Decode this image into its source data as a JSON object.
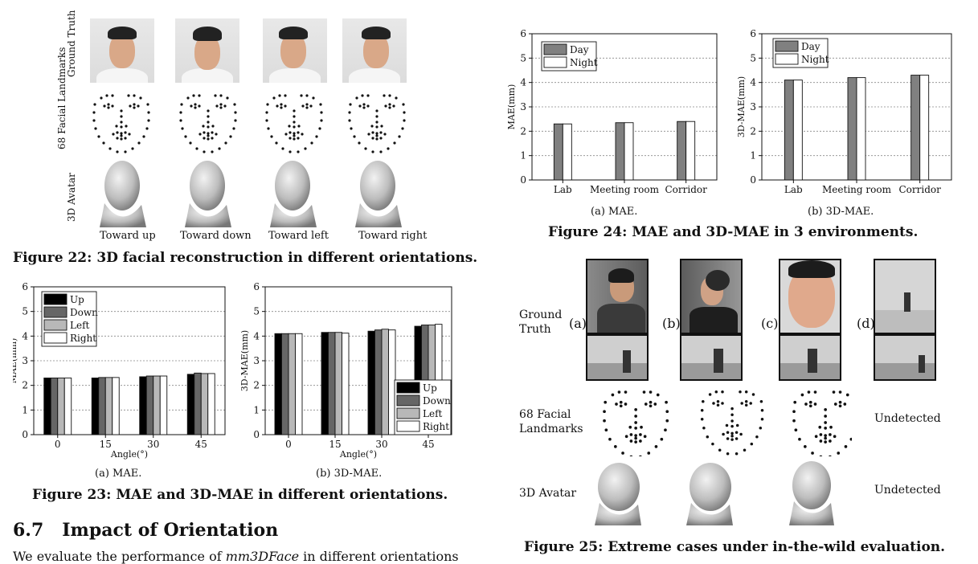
{
  "fig22": {
    "row_labels": [
      "Ground Truth",
      "68 Facial Landmarks",
      "3D Avatar"
    ],
    "col_labels": [
      "Toward up",
      "Toward down",
      "Toward left",
      "Toward right"
    ],
    "caption": "Figure 22: 3D facial reconstruction in different orientations."
  },
  "fig23": {
    "caption": "Figure 23: MAE and 3D-MAE in different orientations.",
    "sub_a": "(a)  MAE.",
    "sub_b": "(b)  3D-MAE."
  },
  "fig24": {
    "caption": "Figure 24: MAE and 3D-MAE in 3 environments.",
    "sub_a": "(a)  MAE.",
    "sub_b": "(b)  3D-MAE."
  },
  "fig25": {
    "caption": "Figure 25: Extreme cases under in-the-wild evaluation.",
    "row_labels": [
      "Ground Truth",
      "68 Facial Landmarks",
      "3D Avatar"
    ],
    "case_labels": [
      "(a)",
      "(b)",
      "(c)",
      "(d)"
    ],
    "undetected_landmarks": "Undetected",
    "undetected_avatar": "Undetected"
  },
  "section": {
    "number": "6.7",
    "title": "Impact of Orientation",
    "body_start": "We evaluate the performance of ",
    "body_em": "mm3DFace",
    "body_end": " in different orientations"
  },
  "chart_data": [
    {
      "id": "fig23a",
      "type": "bar",
      "categories": [
        "0",
        "15",
        "30",
        "45"
      ],
      "series": [
        {
          "name": "Up",
          "values": [
            2.3,
            2.3,
            2.35,
            2.45
          ],
          "color": "#000000"
        },
        {
          "name": "Down",
          "values": [
            2.3,
            2.32,
            2.38,
            2.5
          ],
          "color": "#666666"
        },
        {
          "name": "Left",
          "values": [
            2.3,
            2.32,
            2.38,
            2.48
          ],
          "color": "#b8b8b8"
        },
        {
          "name": "Right",
          "values": [
            2.3,
            2.32,
            2.38,
            2.48
          ],
          "color": "#ffffff"
        }
      ],
      "xlabel": "Angle(°)",
      "ylabel": "MAE(mm)",
      "ylim": [
        0,
        6
      ],
      "yticks": [
        "0",
        "1",
        "2",
        "3",
        "4",
        "5",
        "6"
      ],
      "legend": "top-left",
      "grid": true
    },
    {
      "id": "fig23b",
      "type": "bar",
      "categories": [
        "0",
        "15",
        "30",
        "45"
      ],
      "series": [
        {
          "name": "Up",
          "values": [
            4.1,
            4.15,
            4.2,
            4.4
          ],
          "color": "#000000"
        },
        {
          "name": "Down",
          "values": [
            4.1,
            4.15,
            4.25,
            4.45
          ],
          "color": "#666666"
        },
        {
          "name": "Left",
          "values": [
            4.1,
            4.15,
            4.28,
            4.45
          ],
          "color": "#b8b8b8"
        },
        {
          "name": "Right",
          "values": [
            4.1,
            4.12,
            4.25,
            4.48
          ],
          "color": "#ffffff"
        }
      ],
      "xlabel": "Angle(°)",
      "ylabel": "3D-MAE(mm)",
      "ylim": [
        0,
        6
      ],
      "yticks": [
        "0",
        "1",
        "2",
        "3",
        "4",
        "5",
        "6"
      ],
      "legend": "bottom-right",
      "grid": true
    },
    {
      "id": "fig24a",
      "type": "bar",
      "categories": [
        "Lab",
        "Meeting room",
        "Corridor"
      ],
      "series": [
        {
          "name": "Day",
          "values": [
            2.3,
            2.35,
            2.4
          ],
          "color": "#808080"
        },
        {
          "name": "Night",
          "values": [
            2.3,
            2.35,
            2.4
          ],
          "color": "#ffffff"
        }
      ],
      "xlabel": "",
      "ylabel": "MAE(mm)",
      "ylim": [
        0,
        6
      ],
      "yticks": [
        "0",
        "1",
        "2",
        "3",
        "4",
        "5",
        "6"
      ],
      "legend": "top-left",
      "grid": true
    },
    {
      "id": "fig24b",
      "type": "bar",
      "categories": [
        "Lab",
        "Meeting room",
        "Corridor"
      ],
      "series": [
        {
          "name": "Day",
          "values": [
            4.1,
            4.2,
            4.3
          ],
          "color": "#808080"
        },
        {
          "name": "Night",
          "values": [
            4.1,
            4.2,
            4.3
          ],
          "color": "#ffffff"
        }
      ],
      "xlabel": "",
      "ylabel": "3D-MAE(mm)",
      "ylim": [
        0,
        6
      ],
      "yticks": [
        "0",
        "1",
        "2",
        "3",
        "4",
        "5",
        "6"
      ],
      "legend": "top-left",
      "grid": true
    }
  ]
}
